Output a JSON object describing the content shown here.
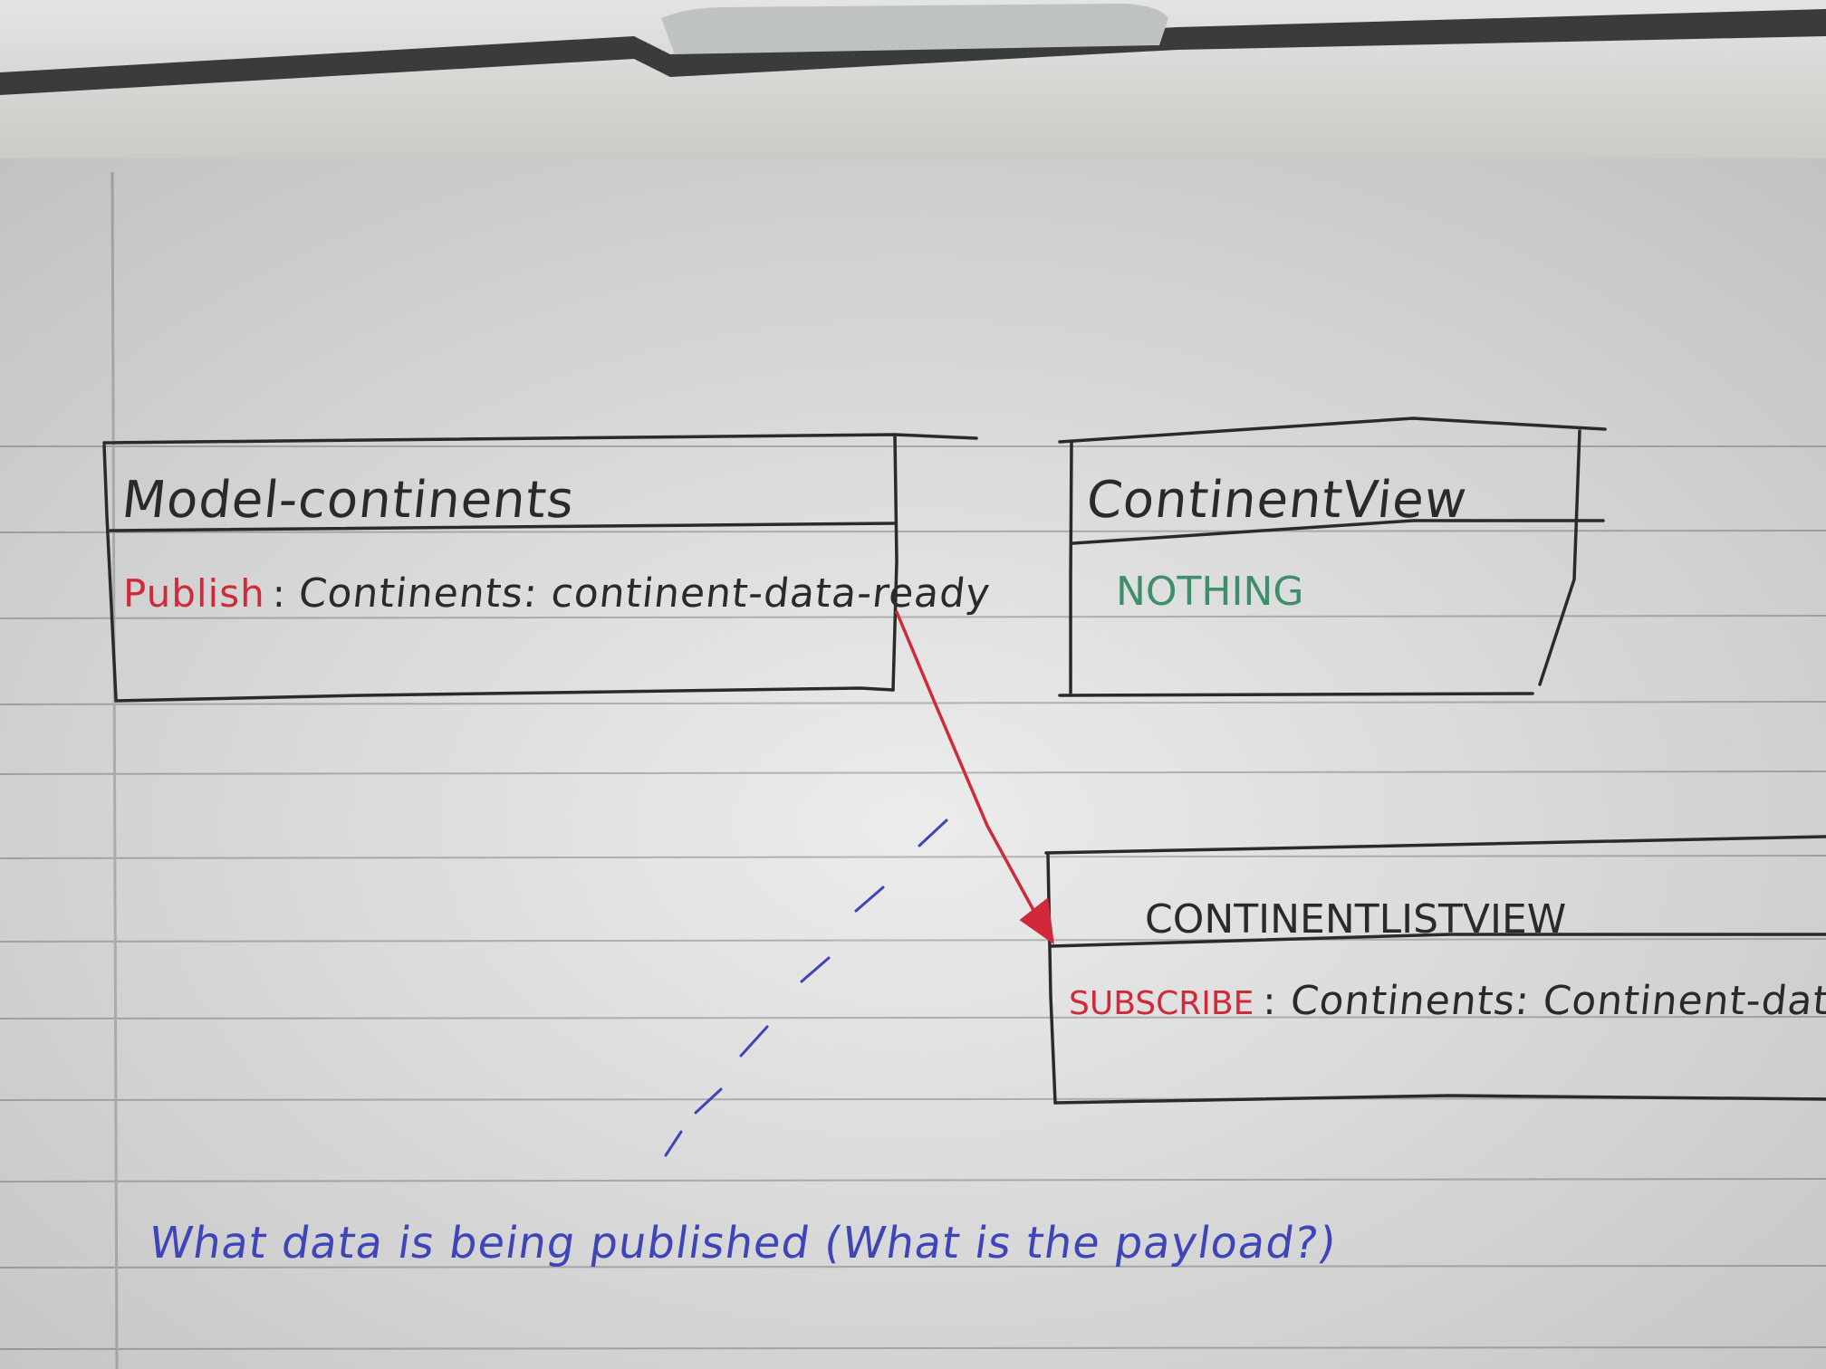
{
  "colors": {
    "ink_black": "#2a2a2a",
    "ink_red": "#d0293a",
    "ink_green": "#3e8e6a",
    "ink_blue": "#3d45b8",
    "paper": "#ececec",
    "ruled_line": "#b6b6b8",
    "margin_line": "#c0c0c2"
  },
  "boxes": {
    "model": {
      "title": "Model-continents",
      "member_keyword": "Publish",
      "member_separator": ":",
      "member_text": "Continents: continent-data-ready"
    },
    "content_view": {
      "title": "ContinentView",
      "member_text": "NOTHING"
    },
    "list_view": {
      "title": "CONTINENTLISTVIEW",
      "member_keyword": "SUBSCRIBE",
      "member_separator": ":",
      "member_text": "Continents: Continent-data-ready"
    }
  },
  "connectors": {
    "publish_arrow": {
      "style": "solid",
      "color": "#d0293a",
      "from": "model",
      "to": "list_view"
    },
    "question_line": {
      "style": "dashed",
      "color": "#3d45b8"
    }
  },
  "note": {
    "text": "What data is being published (What is the payload?)"
  }
}
